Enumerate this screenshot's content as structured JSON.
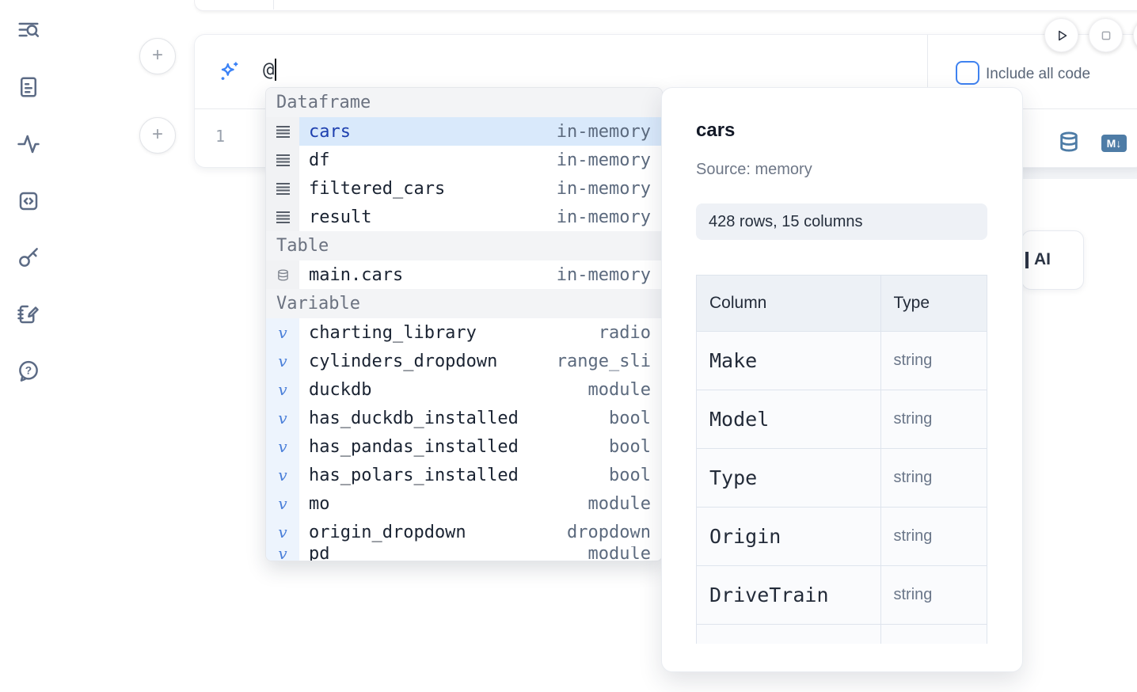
{
  "sidebar": {
    "icons": [
      "list-search",
      "document",
      "activity",
      "code-box",
      "key",
      "notebook-pen",
      "help-chat"
    ]
  },
  "cell": {
    "add_cell_above_label": "+",
    "add_cell_below_label": "+",
    "ai_prompt": {
      "value": "@"
    },
    "include_all_code": {
      "label": "Include all code",
      "checked": false
    },
    "editor": {
      "line_number": "1"
    },
    "toolbar_icons": [
      "database",
      "markdown"
    ]
  },
  "ai_panel_button": {
    "visible_label": "AI"
  },
  "completion": {
    "sections": [
      {
        "label": "Dataframe",
        "kind": "dataframe",
        "items": [
          {
            "name": "cars",
            "type": "in-memory",
            "selected": true
          },
          {
            "name": "df",
            "type": "in-memory"
          },
          {
            "name": "filtered_cars",
            "type": "in-memory"
          },
          {
            "name": "result",
            "type": "in-memory"
          }
        ]
      },
      {
        "label": "Table",
        "kind": "table",
        "items": [
          {
            "name": "main.cars",
            "type": "in-memory"
          }
        ]
      },
      {
        "label": "Variable",
        "kind": "variable",
        "items": [
          {
            "name": "charting_library",
            "type": "radio"
          },
          {
            "name": "cylinders_dropdown",
            "type": "range_sli"
          },
          {
            "name": "duckdb",
            "type": "module"
          },
          {
            "name": "has_duckdb_installed",
            "type": "bool"
          },
          {
            "name": "has_pandas_installed",
            "type": "bool"
          },
          {
            "name": "has_polars_installed",
            "type": "bool"
          },
          {
            "name": "mo",
            "type": "module"
          },
          {
            "name": "origin_dropdown",
            "type": "dropdown"
          }
        ]
      }
    ],
    "clipped_item": {
      "name": "pd",
      "type": "module",
      "kind": "variable"
    }
  },
  "popup": {
    "title": "cars",
    "source_label": "Source: memory",
    "shape_badge": "428 rows, 15 columns",
    "table": {
      "headers": [
        "Column",
        "Type"
      ],
      "rows": [
        [
          "Make",
          "string"
        ],
        [
          "Model",
          "string"
        ],
        [
          "Type",
          "string"
        ],
        [
          "Origin",
          "string"
        ],
        [
          "DriveTrain",
          "string"
        ]
      ]
    }
  },
  "colors": {
    "accent_blue": "#3b82f6",
    "steel_blue": "#4e7ca6",
    "selected_bg": "#d9e9fb",
    "selected_text": "#1e40af",
    "sidebar_icon": "#5c6b85"
  }
}
